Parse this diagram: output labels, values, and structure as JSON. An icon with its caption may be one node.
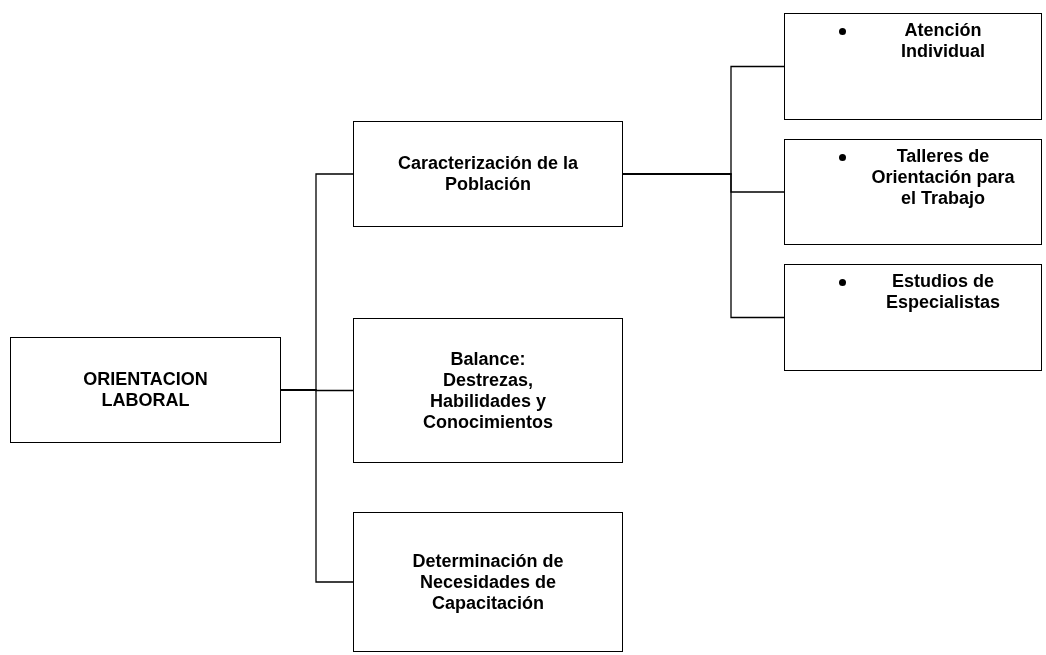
{
  "diagram": {
    "nodes": [
      {
        "text": [
          "ORIENTACION LABORAL"
        ]
      },
      {
        "text": [
          "Caracterización de la Población"
        ]
      },
      {
        "text": [
          "Balance: Destrezas, Habilidades y Conocimientos"
        ]
      },
      {
        "text": [
          "Determinación de Necesidades de Capacitación"
        ]
      },
      {
        "text": [
          "Atención Individual"
        ]
      },
      {
        "text": [
          "Talleres de Orientación para el Trabajo"
        ]
      },
      {
        "text": [
          "Estudios de Especialistas"
        ]
      }
    ],
    "edges": [
      {
        "from": 0,
        "to": 1,
        "arrow": "none"
      },
      {
        "from": 0,
        "to": 2,
        "arrow": "none"
      },
      {
        "from": 0,
        "to": 3,
        "arrow": "none"
      },
      {
        "from": 1,
        "to": 4,
        "arrow": "none"
      },
      {
        "from": 1,
        "to": 5,
        "arrow": "none"
      },
      {
        "from": 1,
        "to": 6,
        "arrow": "none"
      }
    ]
  }
}
